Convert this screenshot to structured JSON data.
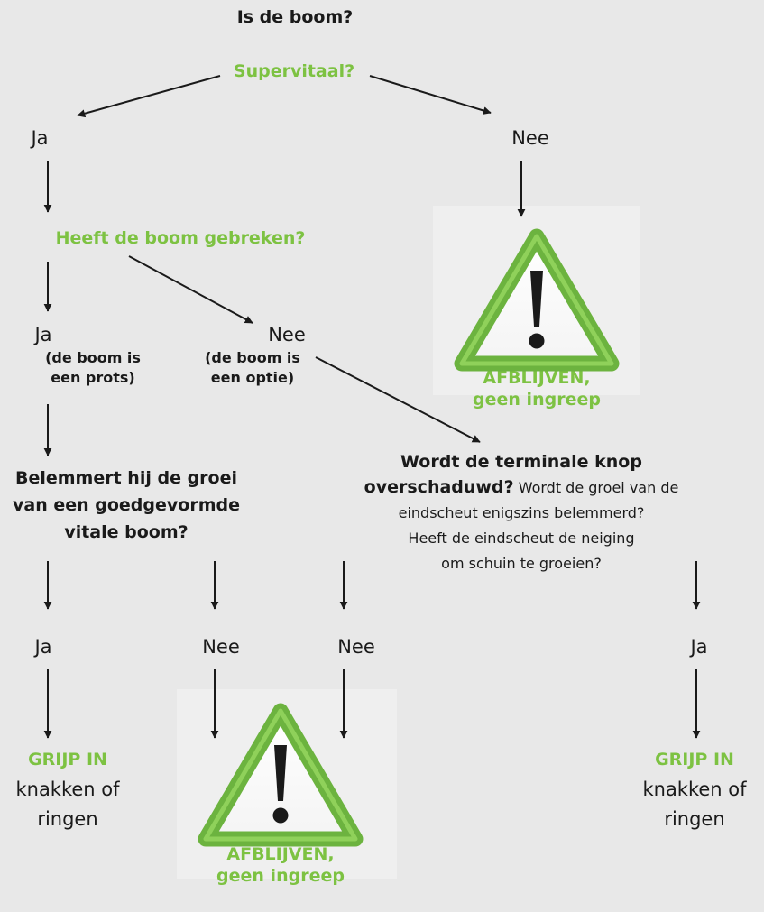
{
  "title": "Is de boom?",
  "q_supervitaal": "Supervitaal?",
  "ja": "Ja",
  "nee": "Nee",
  "q_gebreken": "Heeft de boom gebreken?",
  "ja_note_1": "(de boom is",
  "ja_note_2": "een prots)",
  "nee_note_1": "(de boom is",
  "nee_note_2": "een optie)",
  "q_belemmert_1": "Belemmert hij de groei",
  "q_belemmert_2": "van een goedgevormde",
  "q_belemmert_3": "vitale boom?",
  "q_terminale_bold_1": "Wordt de terminale knop",
  "q_terminale_bold_2": "overschaduwd?",
  "q_terminale_rest_1": "Wordt de groei van de",
  "q_terminale_rest_2": "eindscheut enigszins belemmerd?",
  "q_terminale_rest_3": "Heeft de eindscheut de neiging",
  "q_terminale_rest_4": "om schuin te groeien?",
  "afblijven_1": "AFBLIJVEN,",
  "afblijven_2": "geen ingreep",
  "grijp_in": "GRIJP IN",
  "action_1": "knakken of",
  "action_2": "ringen",
  "colors": {
    "green": "#7dc242",
    "arrow": "#1a1a1a",
    "background": "#e8e8e8"
  },
  "icons": [
    "warning-icon"
  ]
}
